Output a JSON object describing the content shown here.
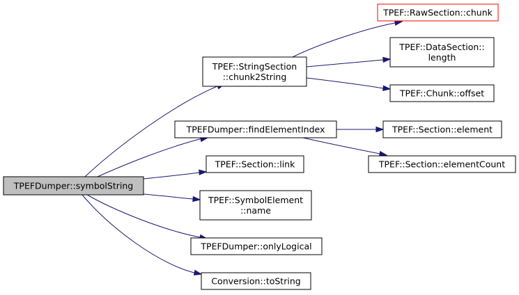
{
  "nodes": {
    "root": {
      "lines": [
        "TPEFDumper::symbolString"
      ]
    },
    "chunk2string": {
      "lines": [
        "TPEF::StringSection",
        "::chunk2String"
      ]
    },
    "find_element_index": {
      "lines": [
        "TPEFDumper::findElementIndex"
      ]
    },
    "section_link": {
      "lines": [
        "TPEF::Section::link"
      ]
    },
    "symbol_element_name": {
      "lines": [
        "TPEF::SymbolElement",
        "::name"
      ]
    },
    "only_logical": {
      "lines": [
        "TPEFDumper::onlyLogical"
      ]
    },
    "conversion_to_string": {
      "lines": [
        "Conversion::toString"
      ]
    },
    "raw_section_chunk": {
      "lines": [
        "TPEF::RawSection::chunk"
      ]
    },
    "data_section_length": {
      "lines": [
        "TPEF::DataSection::",
        "length"
      ]
    },
    "chunk_offset": {
      "lines": [
        "TPEF::Chunk::offset"
      ]
    },
    "section_element": {
      "lines": [
        "TPEF::Section::element"
      ]
    },
    "section_element_count": {
      "lines": [
        "TPEF::Section::elementCount"
      ]
    }
  },
  "edges": [
    {
      "from": "root",
      "to": "chunk2string"
    },
    {
      "from": "root",
      "to": "find_element_index"
    },
    {
      "from": "root",
      "to": "section_link"
    },
    {
      "from": "root",
      "to": "symbol_element_name"
    },
    {
      "from": "root",
      "to": "only_logical"
    },
    {
      "from": "root",
      "to": "conversion_to_string"
    },
    {
      "from": "chunk2string",
      "to": "raw_section_chunk"
    },
    {
      "from": "chunk2string",
      "to": "data_section_length"
    },
    {
      "from": "chunk2string",
      "to": "chunk_offset"
    },
    {
      "from": "find_element_index",
      "to": "section_element"
    },
    {
      "from": "find_element_index",
      "to": "section_element_count"
    }
  ],
  "colors": {
    "edge": "#191970",
    "root_fill": "#bfbfbf",
    "node_border": "#000000",
    "highlight_border": "#ff0000"
  }
}
